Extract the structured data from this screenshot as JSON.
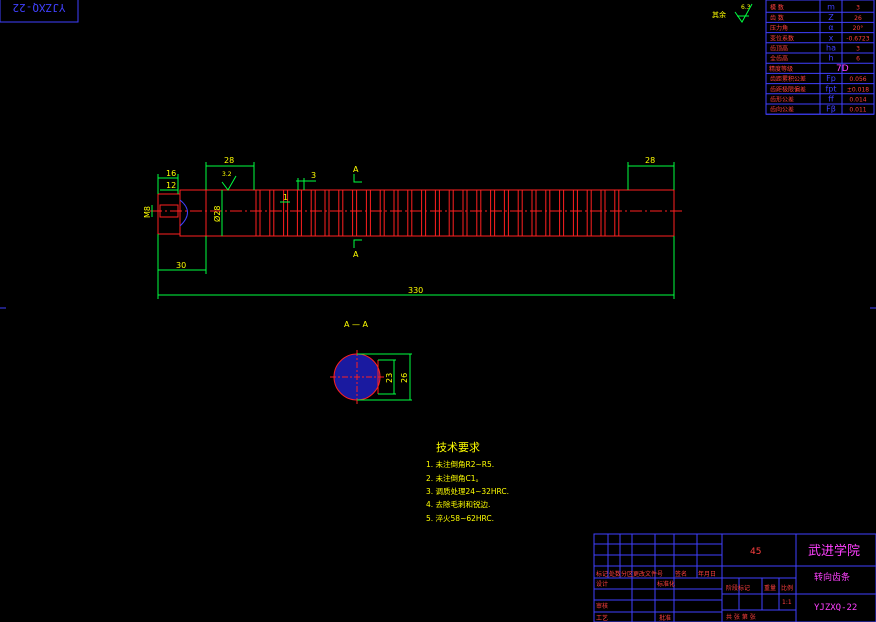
{
  "colors": {
    "background": "#000000",
    "part_outline": "#ff2020",
    "dimension": "#00ff40",
    "centerline": "#ff2020",
    "text": "#ffff00",
    "frame": "#4040ff",
    "table_text": "#ff4040",
    "title_text": "#ff40ff",
    "section_fill": "#1a1aa0"
  },
  "corner_label": "YJZXQ-22",
  "surface_finish": {
    "label": "其余",
    "value": "6.3"
  },
  "gear_params": [
    {
      "name": "模  数",
      "symbol": "m",
      "value": "3"
    },
    {
      "name": "齿  数",
      "symbol": "Z",
      "value": "26"
    },
    {
      "name": "压力角",
      "symbol": "α",
      "value": "20°"
    },
    {
      "name": "变位系数",
      "symbol": "x",
      "value": "-0.6723"
    },
    {
      "name": "齿顶高",
      "symbol": "ha",
      "value": "3"
    },
    {
      "name": "全齿高",
      "symbol": "h",
      "value": "6"
    },
    {
      "name": "精度等级",
      "symbol": "",
      "value": "7D"
    },
    {
      "name": "齿距累积公差",
      "symbol": "Fp",
      "value": "0.056"
    },
    {
      "name": "齿距极限偏差",
      "symbol": "fpt",
      "value": "±0.018"
    },
    {
      "name": "齿形公差",
      "symbol": "ff",
      "value": "0.014"
    },
    {
      "name": "齿向公差",
      "symbol": "Fβ",
      "value": "0.011"
    }
  ],
  "dimensions": {
    "d16": "16",
    "d12": "12",
    "d28_left": "28",
    "d28_right": "28",
    "d3": "3",
    "d1": "1",
    "roughness": "3.2",
    "dia28": "Ø28",
    "m8": "M8",
    "d30": "30",
    "d330": "330",
    "section_mark_top": "A",
    "section_mark_bottom": "A",
    "d23": "23",
    "d26": "26"
  },
  "section_title": "A — A",
  "tech_requirements": {
    "title": "技术要求",
    "items": [
      "1. 未注倒角R2~R5.",
      "2. 未注倒角C1。",
      "3. 调质处理24~32HRC.",
      "4. 去除毛刺和锐边.",
      "5. 淬火58~62HRC."
    ]
  },
  "title_block": {
    "material": "45",
    "school": "武进学院",
    "part_name": "转向齿条",
    "drawing_no": "YJZXQ-22",
    "scale": "1:1",
    "header_cells": [
      "标记",
      "处数",
      "分区",
      "更改文件号",
      "签名",
      "年月日"
    ],
    "row_labels": [
      "设计",
      "标准化",
      "审核",
      "工艺",
      "批准"
    ],
    "stage_labels": [
      "阶段标记",
      "重量",
      "比例"
    ],
    "sheet_label": "共   张  第   张"
  }
}
